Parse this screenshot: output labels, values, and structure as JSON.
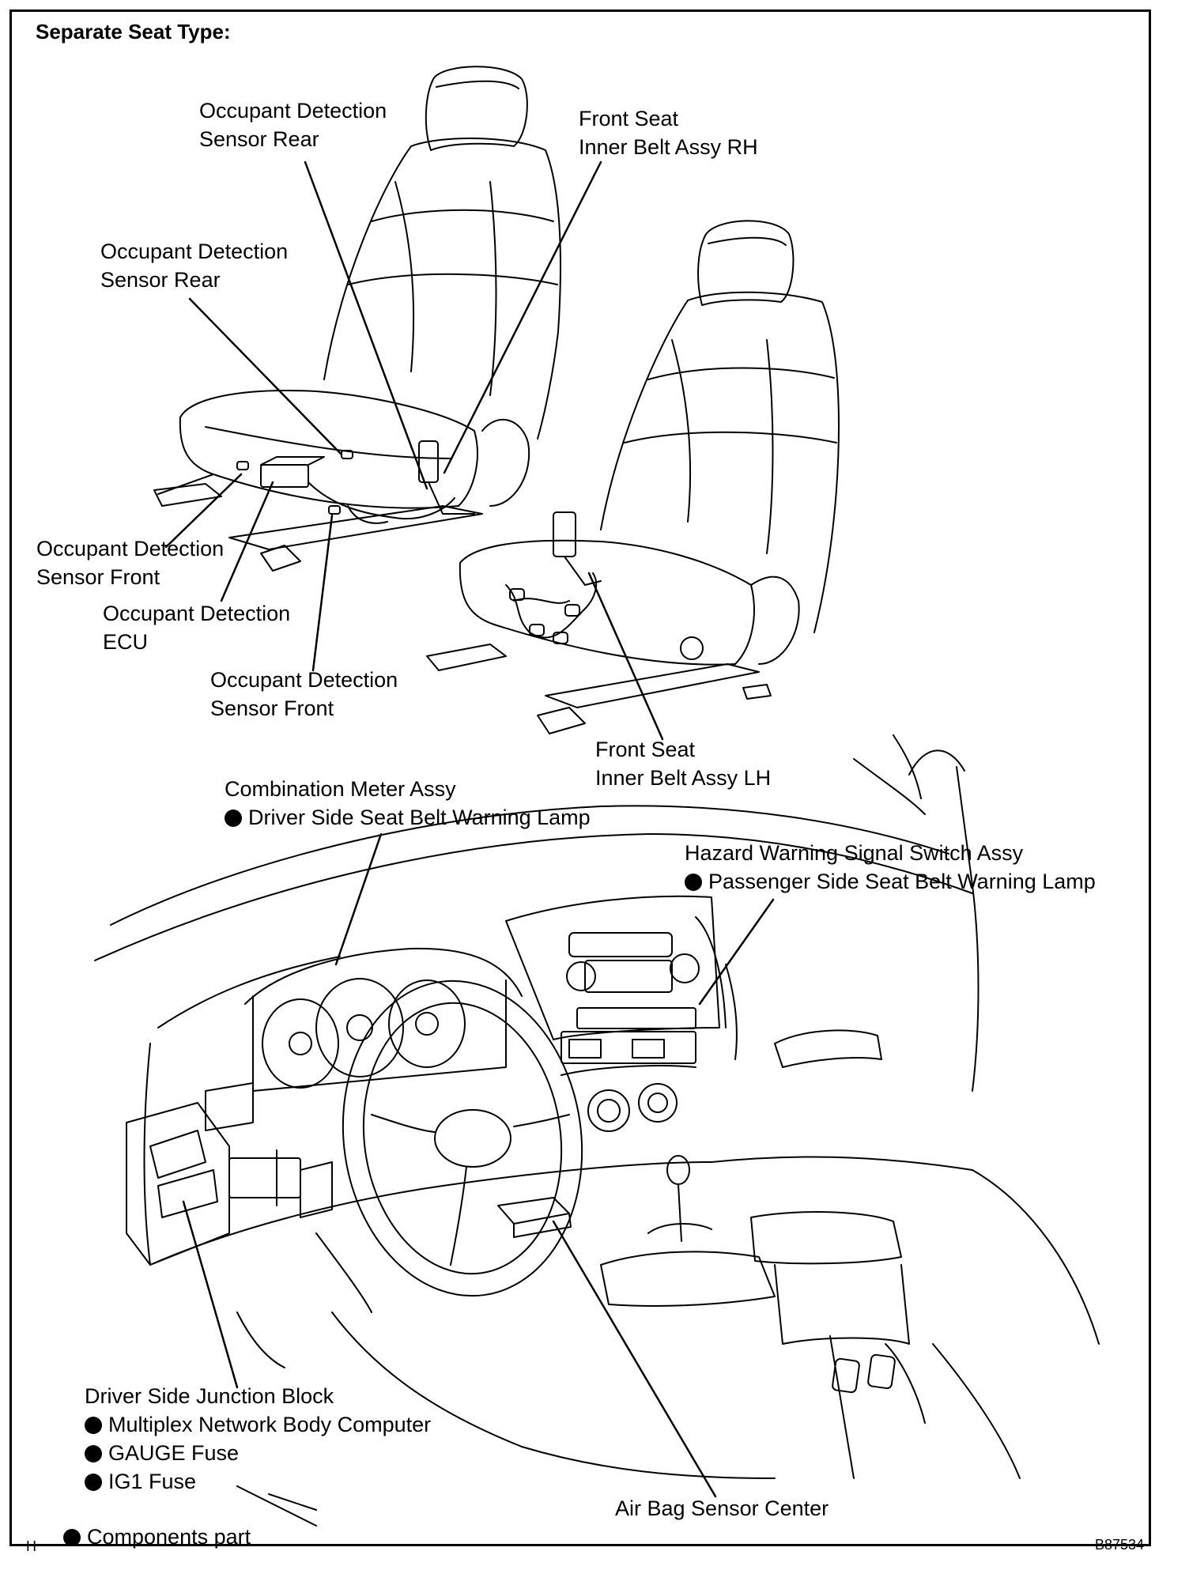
{
  "title": "Separate Seat Type:",
  "labels": {
    "occ_sensor_rear_1": [
      "Occupant Detection",
      "Sensor Rear"
    ],
    "front_seat_rh": [
      "Front Seat",
      "Inner Belt Assy RH"
    ],
    "occ_sensor_rear_2": [
      "Occupant Detection",
      "Sensor Rear"
    ],
    "occ_sensor_front_1": [
      "Occupant Detection",
      "Sensor Front"
    ],
    "occ_ecu": [
      "Occupant Detection",
      "ECU"
    ],
    "occ_sensor_front_2": [
      "Occupant Detection",
      "Sensor Front"
    ],
    "front_seat_lh": [
      "Front Seat",
      "Inner Belt Assy LH"
    ],
    "combo_meter": [
      "Combination Meter Assy",
      "Driver Side Seat Belt Warning Lamp"
    ],
    "hazard_switch": [
      "Hazard Warning Signal Switch Assy",
      "Passenger Side Seat Belt Warning Lamp"
    ],
    "junction_block": [
      "Driver Side Junction Block",
      "Multiplex Network Body Computer",
      "GAUGE Fuse",
      "IG1 Fuse"
    ],
    "airbag_sensor": "Air Bag Sensor Center",
    "legend": "Components part"
  },
  "footer": {
    "left_code": "H",
    "right_code": "B87534"
  }
}
